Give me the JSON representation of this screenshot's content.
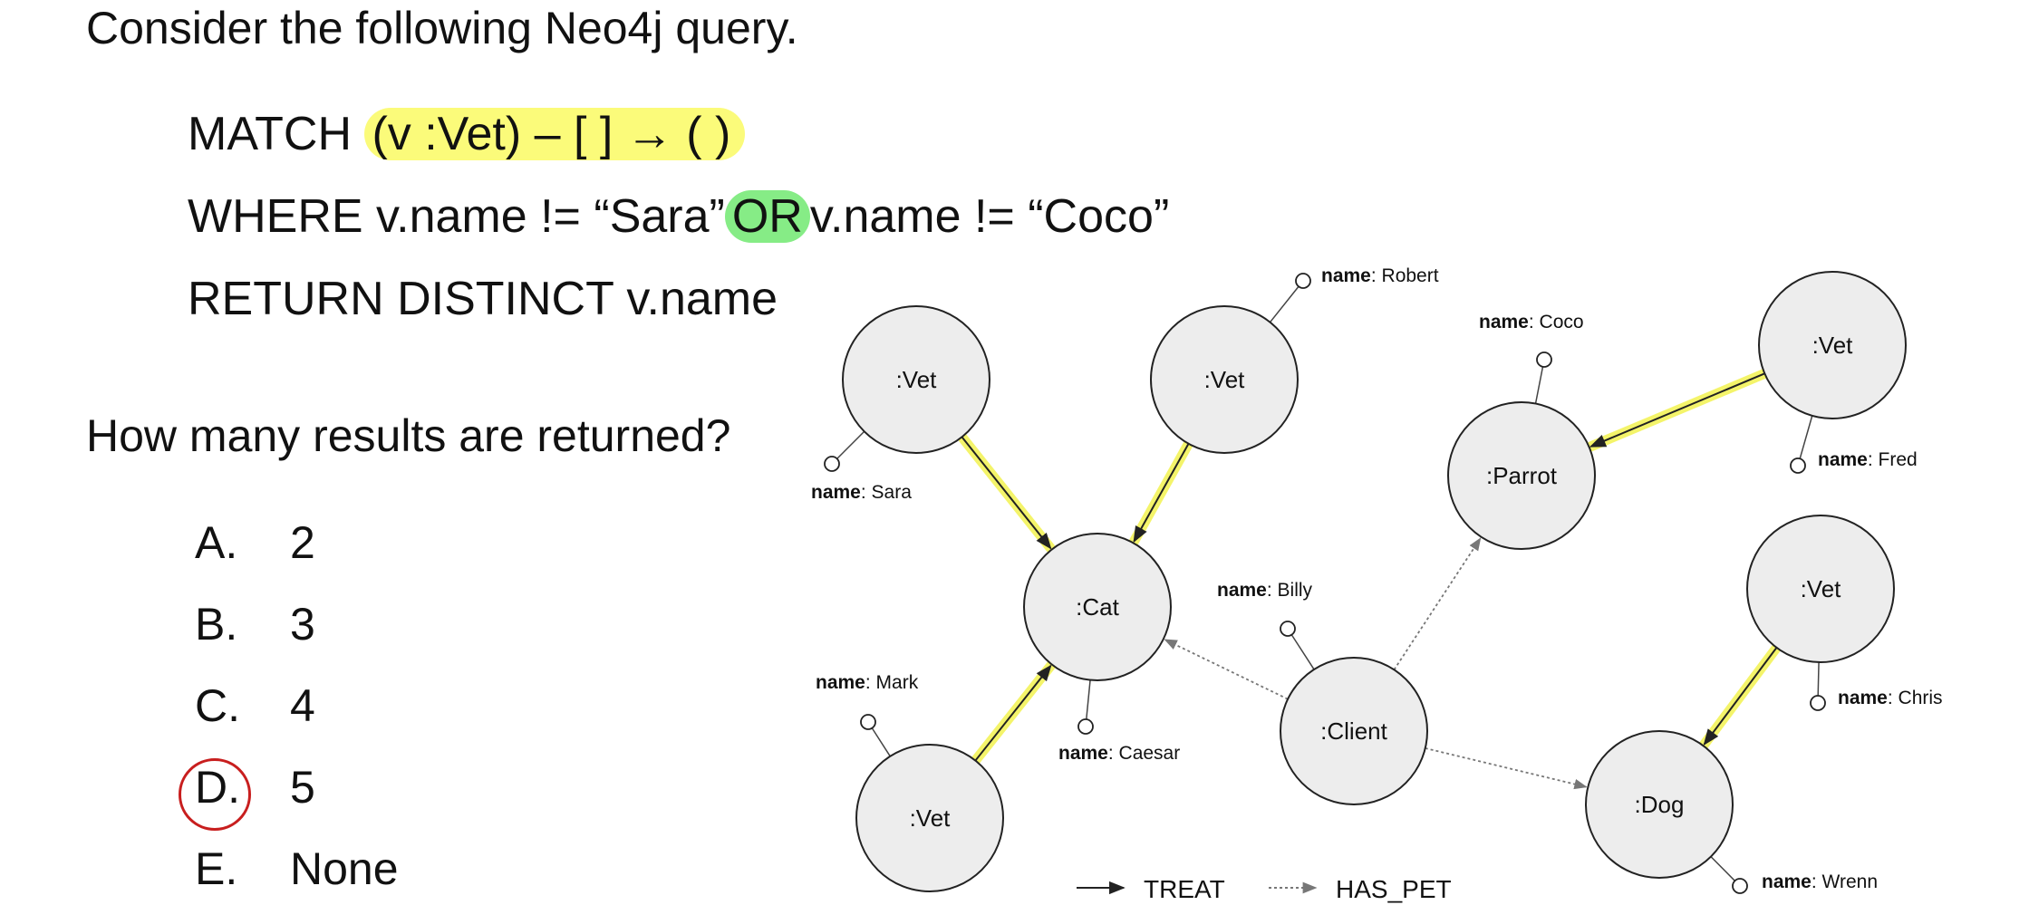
{
  "question": {
    "intro": "Consider the following Neo4j query.",
    "query": {
      "line1_keyword": "MATCH",
      "line1_pattern": "(v :Vet) – [ ] → ( )",
      "line2_a": "WHERE v.name != “Sara”",
      "line2_or": "OR",
      "line2_b": "v.name != “Coco”",
      "line3": "RETURN DISTINCT v.name"
    },
    "prompt": "How many results are returned?",
    "options": [
      {
        "letter": "A.",
        "value": "2"
      },
      {
        "letter": "B.",
        "value": "3"
      },
      {
        "letter": "C.",
        "value": "4"
      },
      {
        "letter": "D.",
        "value": "5",
        "selected": true
      },
      {
        "letter": "E.",
        "value": "None"
      }
    ]
  },
  "graph": {
    "property_key": "name",
    "nodes": [
      {
        "id": "vet1",
        "label": ":Vet",
        "name": "Sara"
      },
      {
        "id": "vet2",
        "label": ":Vet",
        "name": "Robert"
      },
      {
        "id": "vet3",
        "label": ":Vet",
        "name": "Mark"
      },
      {
        "id": "cat",
        "label": ":Cat",
        "name": "Caesar"
      },
      {
        "id": "client",
        "label": ":Client",
        "name": "Billy"
      },
      {
        "id": "parrot",
        "label": ":Parrot",
        "name": "Coco"
      },
      {
        "id": "vet4",
        "label": ":Vet",
        "name": "Fred"
      },
      {
        "id": "vet5",
        "label": ":Vet",
        "name": "Chris"
      },
      {
        "id": "dog",
        "label": ":Dog",
        "name": "Wrenn"
      }
    ],
    "edges": [
      {
        "from": "vet1",
        "to": "cat",
        "type": "TREAT",
        "highlighted": true
      },
      {
        "from": "vet2",
        "to": "cat",
        "type": "TREAT",
        "highlighted": true
      },
      {
        "from": "vet3",
        "to": "cat",
        "type": "TREAT",
        "highlighted": true
      },
      {
        "from": "vet4",
        "to": "parrot",
        "type": "TREAT",
        "highlighted": true
      },
      {
        "from": "vet5",
        "to": "dog",
        "type": "TREAT",
        "highlighted": true
      },
      {
        "from": "client",
        "to": "cat",
        "type": "HAS_PET",
        "highlighted": false
      },
      {
        "from": "client",
        "to": "parrot",
        "type": "HAS_PET",
        "highlighted": false
      },
      {
        "from": "client",
        "to": "dog",
        "type": "HAS_PET",
        "highlighted": false
      }
    ],
    "legend": [
      {
        "style": "solid",
        "label": "TREAT"
      },
      {
        "style": "dotted",
        "label": "HAS_PET"
      }
    ],
    "colors": {
      "node_fill": "#ededed",
      "node_stroke": "#222222",
      "highlight": "#f4f46a",
      "edge": "#222222",
      "dotted_edge": "#777777"
    }
  }
}
